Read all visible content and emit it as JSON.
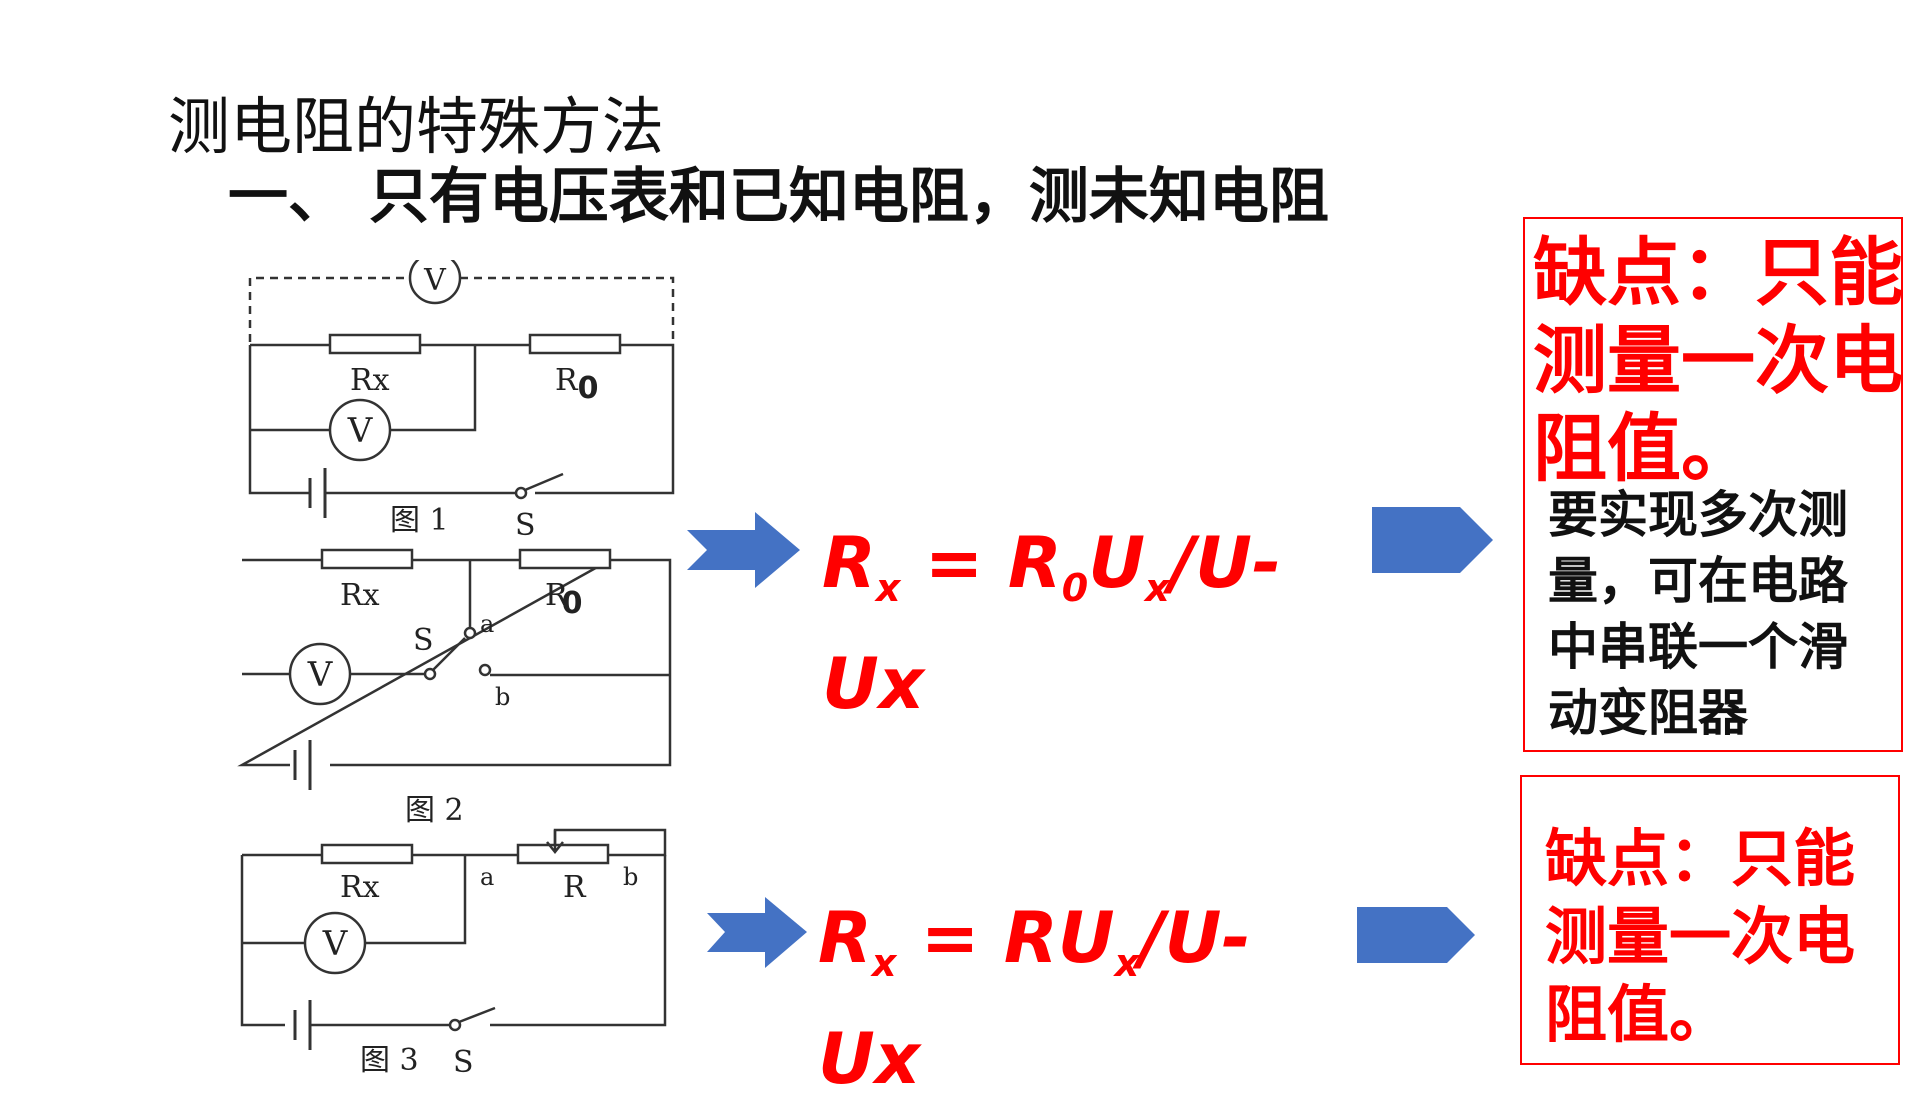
{
  "slide": {
    "title": "测电阻的特殊方法",
    "subtitle": "一、 只有电压表和已知电阻，测未知电阻"
  },
  "circuits": {
    "fig1": {
      "caption": "图 1",
      "rx": "Rx",
      "r0_r": "R",
      "r0_sub": "0",
      "meter": "V",
      "switch": "S"
    },
    "fig2": {
      "caption": "图 2",
      "rx": "Rx",
      "r0_r": "R",
      "r0_sub": "0",
      "meter": "V",
      "switch": "S",
      "a": "a",
      "b": "b"
    },
    "fig3": {
      "caption": "图 3",
      "rx": "Rx",
      "r": "R",
      "meter": "V",
      "switch": "S",
      "a": "a",
      "b": "b"
    }
  },
  "formula1": {
    "r": "R",
    "x1": "x",
    "eq": " = ",
    "r0": "R",
    "zero": "0",
    "u": "U",
    "x2": "x",
    "tail": "/U-",
    "line2": "Ux"
  },
  "formula2": {
    "r": "R",
    "x1": "x",
    "eq": " = ",
    "ru": "RU",
    "x2": "x",
    "tail": "/U-",
    "line2": "Ux"
  },
  "box1": {
    "red": "缺点：只能测量一次电阻值。",
    "black": "要实现多次测量，可在电路中串联一个滑动变阻器"
  },
  "box2": {
    "red": "缺点：只能测量一次电阻值。"
  },
  "colors": {
    "accent_blue": "#4472c4",
    "red": "#ff0000"
  }
}
